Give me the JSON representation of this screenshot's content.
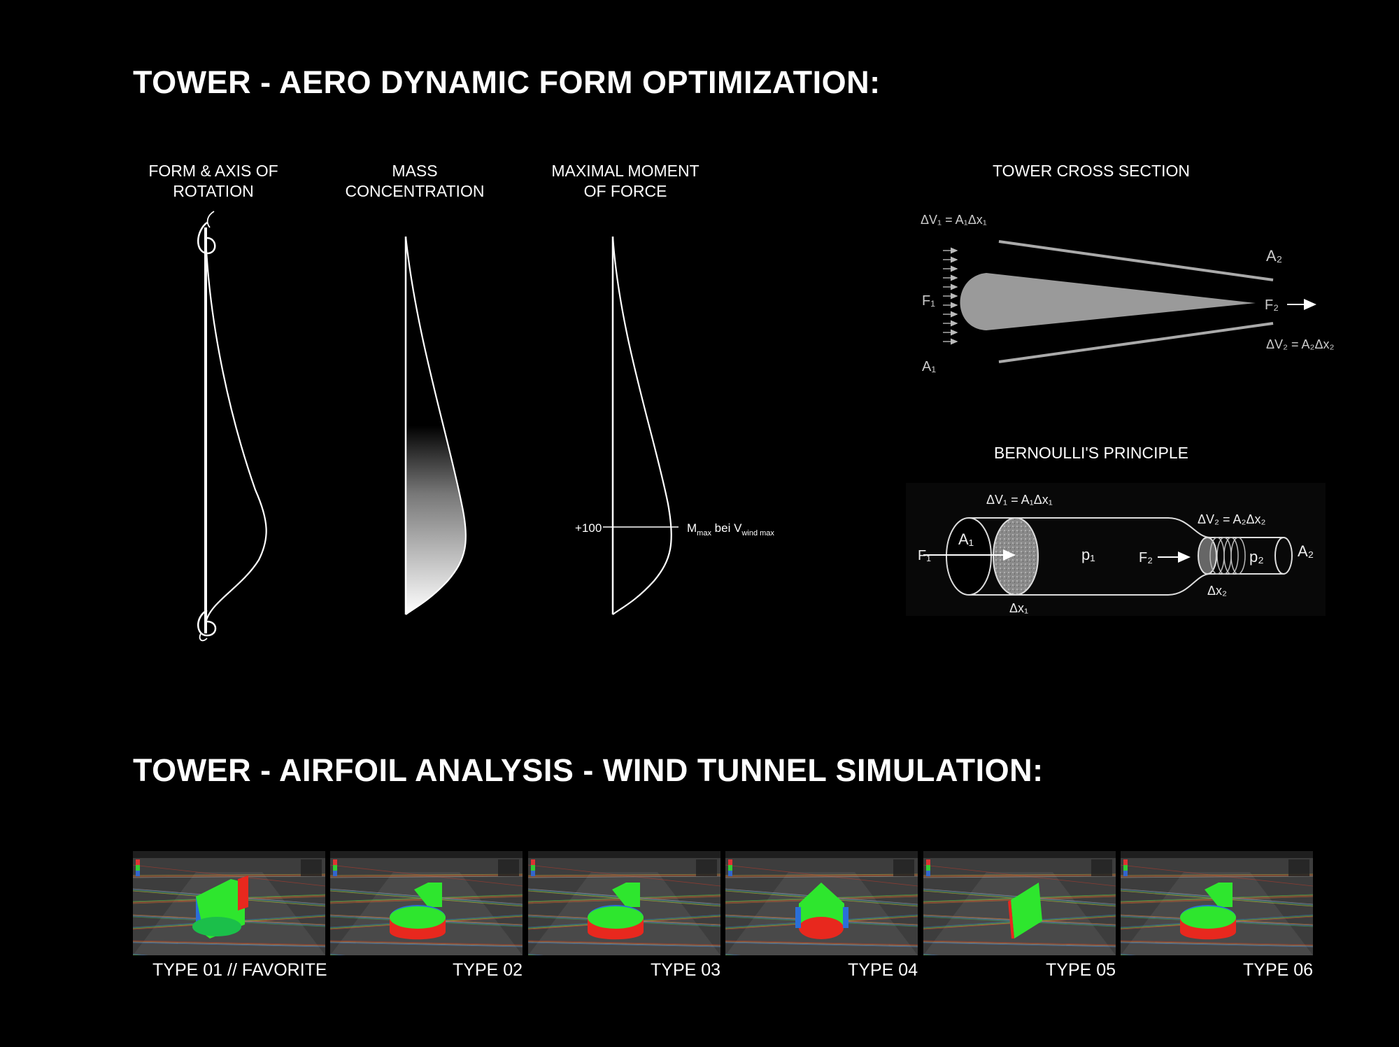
{
  "titles": {
    "aero": "TOWER - AERO DYNAMIC FORM OPTIMIZATION:",
    "airfoil": "TOWER - AIRFOIL ANALYSIS - WIND TUNNEL SIMULATION:"
  },
  "diagrams": {
    "form": {
      "line1": "FORM & AXIS OF",
      "line2": "ROTATION"
    },
    "mass": {
      "line1": "MASS",
      "line2": "CONCENTRATION"
    },
    "moment": {
      "line1": "MAXIMAL  MOMENT",
      "line2": "OF FORCE",
      "value": "+100",
      "mmax": "M",
      "mmax_sub": "max",
      "bei": " bei V",
      "wind_sub": "wind max"
    }
  },
  "cross_section": {
    "title": "TOWER CROSS SECTION",
    "dv1": "ΔV₁ = A₁Δx₁",
    "a2": "A₂",
    "f1": "F₁",
    "f2": "F₂",
    "a1": "A₁",
    "dv2": "ΔV₂ = A₂Δx₂"
  },
  "bernoulli": {
    "title": "BERNOULLI'S PRINCIPLE",
    "dv1": "ΔV₁ = A₁Δx₁",
    "dv2": "ΔV₂ = A₂Δx₂",
    "a1": "A₁",
    "f1": "F₁",
    "p1": "p₁",
    "f2": "F₂",
    "p2": "p₂",
    "a2": "A₂",
    "dx1": "Δx₁",
    "dx2": "Δx₂"
  },
  "simulations": [
    {
      "caption": "TYPE 01 // FAVORITE",
      "shape": "block"
    },
    {
      "caption": "TYPE 02",
      "shape": "drum"
    },
    {
      "caption": "TYPE 03",
      "shape": "drum"
    },
    {
      "caption": "TYPE 04",
      "shape": "triangle"
    },
    {
      "caption": "TYPE 05",
      "shape": "slab"
    },
    {
      "caption": "TYPE 06",
      "shape": "drum"
    }
  ],
  "colors": {
    "background": "#000000",
    "text": "#ffffff",
    "hot": "#e8281e",
    "mid": "#2ee62e",
    "cool": "#2a6fd8"
  }
}
